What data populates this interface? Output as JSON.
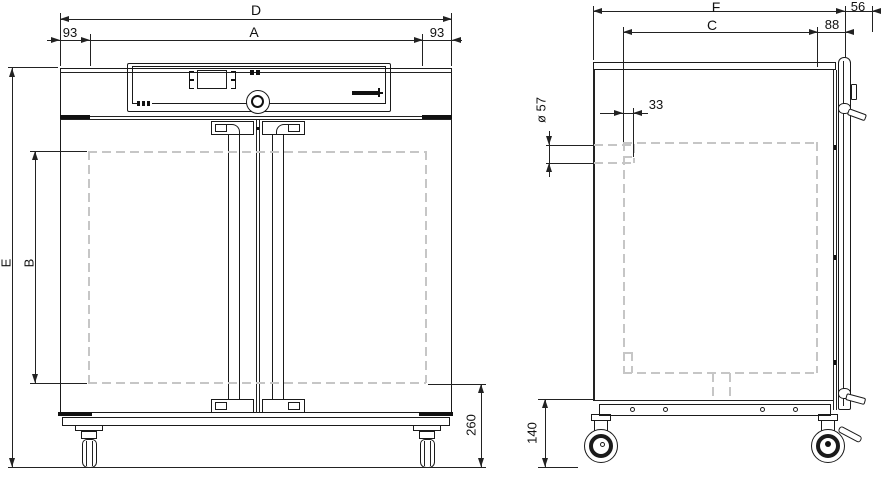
{
  "drawing_type": "technical-dimension-drawing",
  "views": {
    "front": "front-view",
    "side": "side-view"
  },
  "front_view": {
    "dim_labels": {
      "total_width": "D",
      "door_width": "A",
      "left_offset": "93",
      "right_offset": "93",
      "total_height": "E",
      "interior_height": "B",
      "floor_to_interior": "260"
    }
  },
  "side_view": {
    "dim_labels": {
      "total_depth": "F",
      "interior_depth": "C",
      "door_depth": "88",
      "handle_clearance": "56",
      "port_diameter": "ø 57",
      "port_offset": "33",
      "floor_to_body": "140"
    }
  },
  "colors": {
    "line": "#1a1a1a",
    "dim_line": "#222222",
    "hidden_line": "#c6c6c6",
    "background": "#ffffff"
  }
}
